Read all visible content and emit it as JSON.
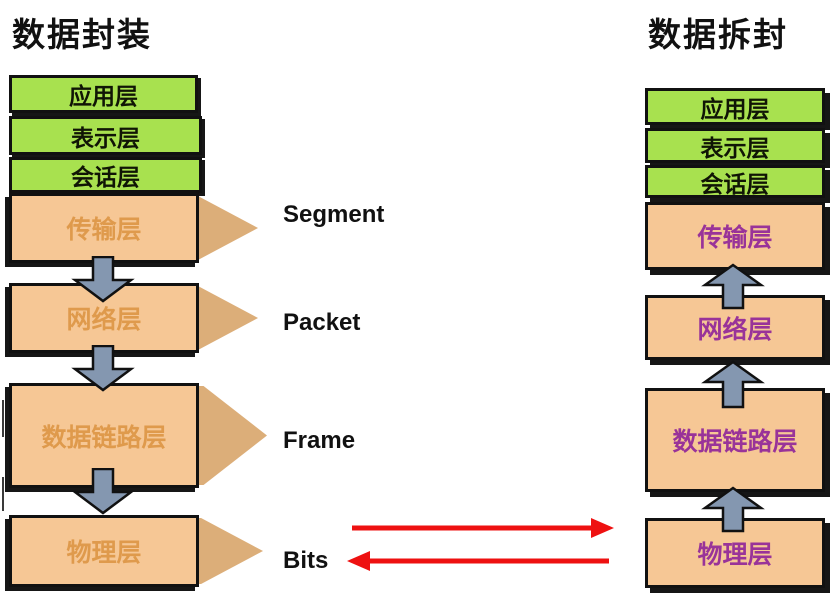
{
  "left_panel": {
    "title": "数据封装",
    "upper_layers": [
      "应用层",
      "表示层",
      "会话层"
    ],
    "lower_layers": [
      {
        "label": "传输层",
        "pdu": "Segment"
      },
      {
        "label": "网络层",
        "pdu": "Packet"
      },
      {
        "label": "数据链路层",
        "pdu": "Frame"
      },
      {
        "label": "物理层",
        "pdu": "Bits"
      }
    ]
  },
  "right_panel": {
    "title": "数据拆封",
    "upper_layers": [
      "应用层",
      "表示层",
      "会话层"
    ],
    "lower_layers": [
      {
        "label": "传输层"
      },
      {
        "label": "网络层"
      },
      {
        "label": "数据链路层"
      },
      {
        "label": "物理层"
      }
    ]
  },
  "colors": {
    "green": "#a8e14f",
    "peach": "#f6c795",
    "tan": "#dcae79",
    "arrow_blue": "#8497b0",
    "red": "#ee1111",
    "left_text": "#df9a4c",
    "right_text": "#993399",
    "ink": "#111111"
  }
}
